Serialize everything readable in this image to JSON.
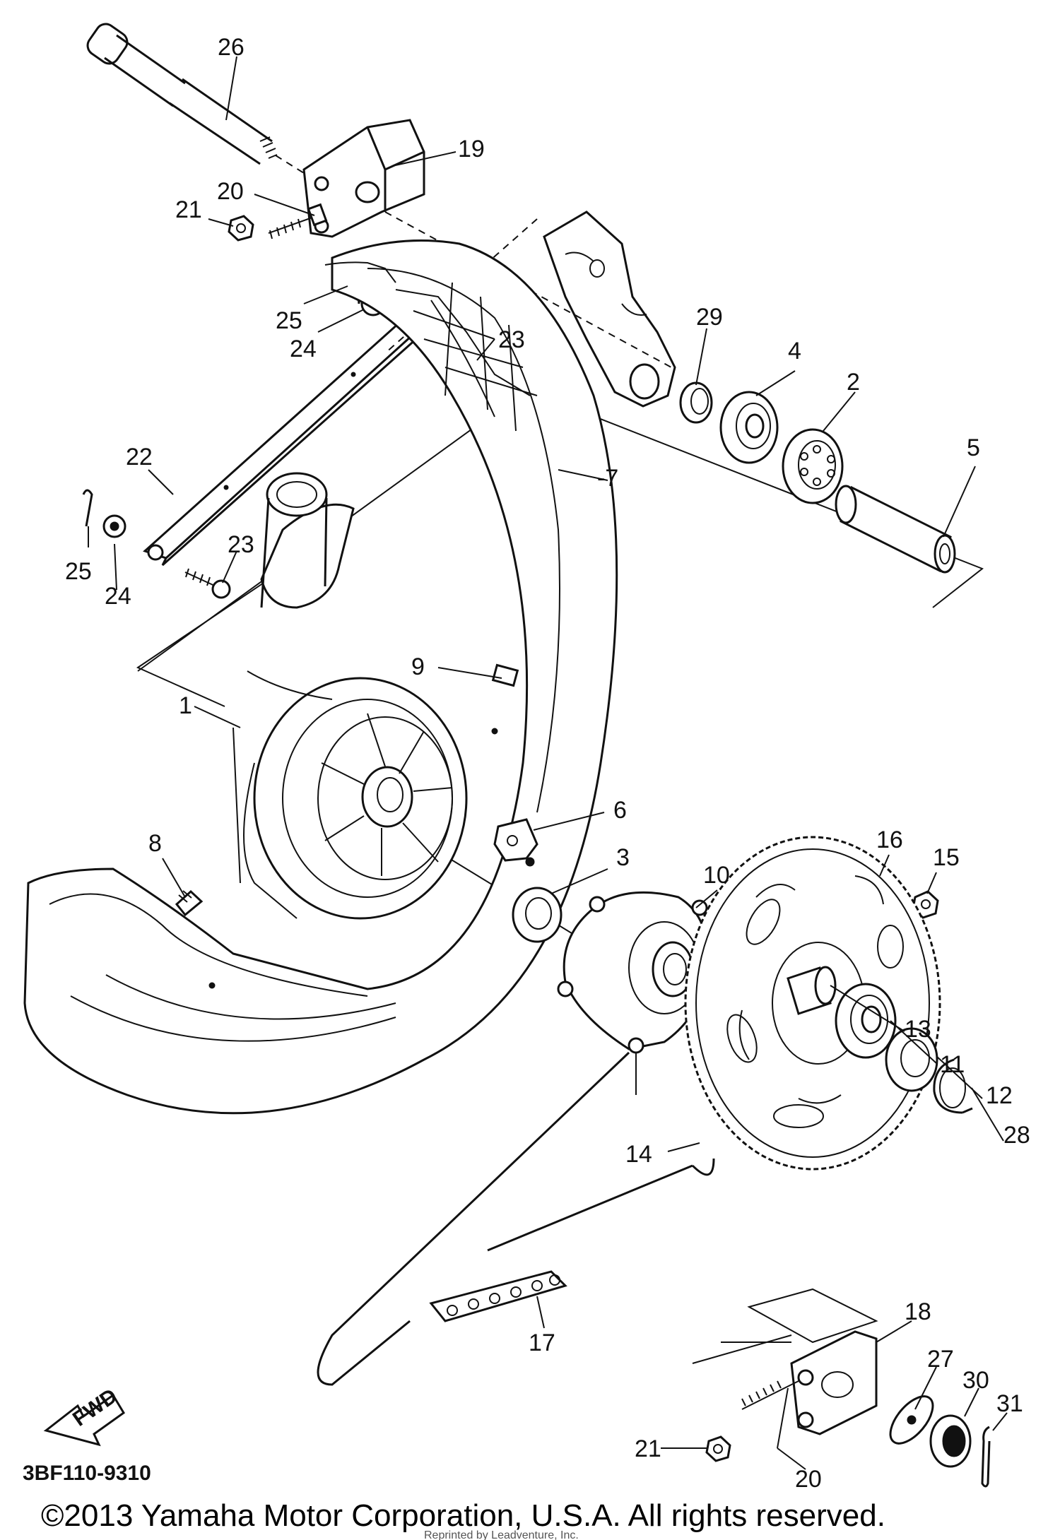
{
  "diagram": {
    "ref_code": "3BF110-9310",
    "fwd_label": "FWD",
    "copyright": "©2013 Yamaha Motor Corporation, U.S.A. All rights reserved.",
    "reprint_note": "Reprinted by Leadventure, Inc.",
    "callouts": {
      "p26": "26",
      "p19": "19",
      "p20a": "20",
      "p21a": "21",
      "p25a": "25",
      "p24a": "24",
      "p23a": "23",
      "p29": "29",
      "p4": "4",
      "p2": "2",
      "p22": "22",
      "p7": "7",
      "p5": "5",
      "p25b": "25",
      "p24b": "24",
      "p23b": "23",
      "p9": "9",
      "p1": "1",
      "p6": "6",
      "p8": "8",
      "p3": "3",
      "p10": "10",
      "p16": "16",
      "p15": "15",
      "p13": "13",
      "p11": "11",
      "p12": "12",
      "p28": "28",
      "p14": "14",
      "p17": "17",
      "p18": "18",
      "p27": "27",
      "p30": "30",
      "p31": "31",
      "p21b": "21",
      "p20b": "20"
    }
  }
}
